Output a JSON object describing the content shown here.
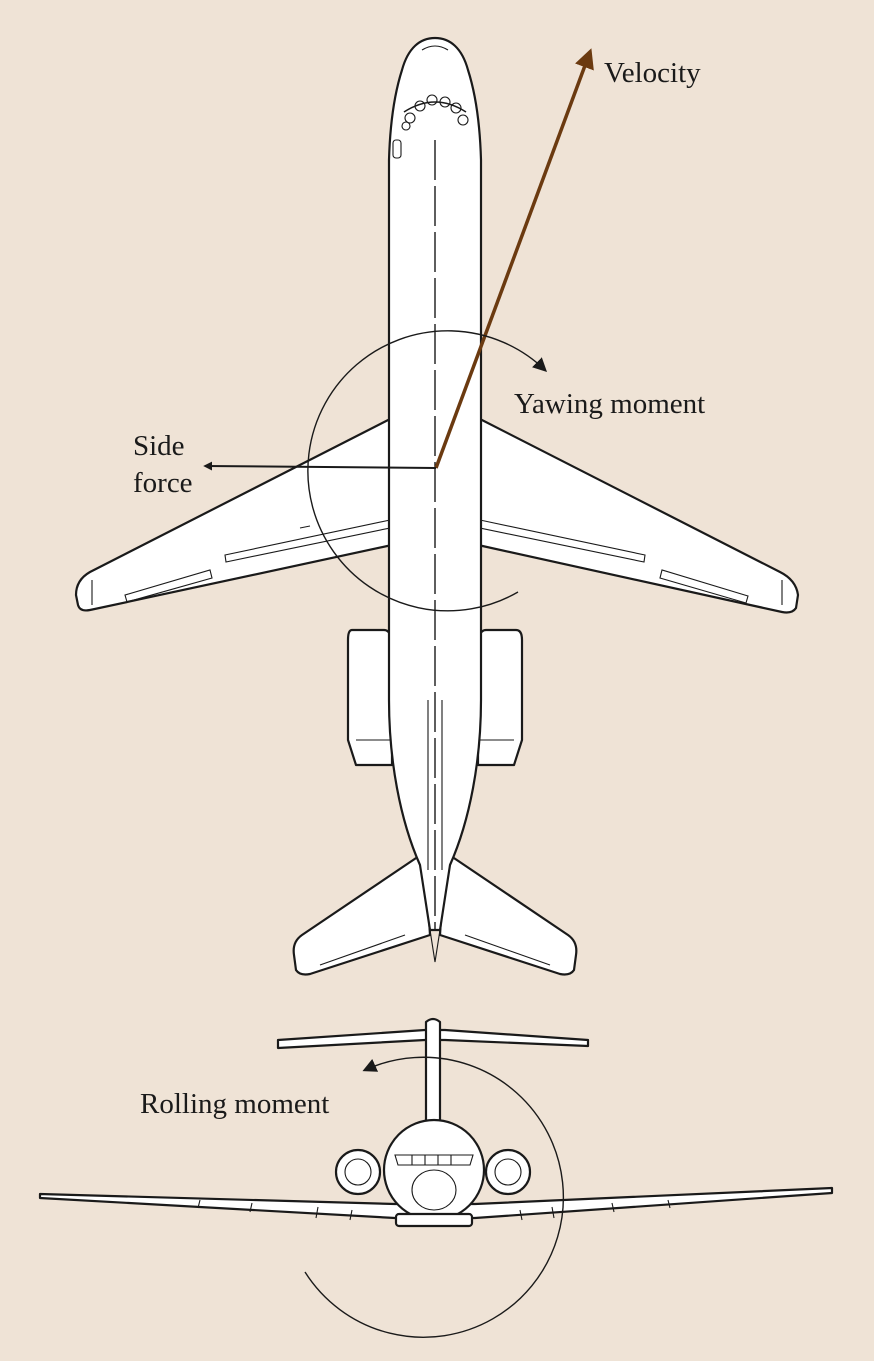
{
  "labels": {
    "velocity": "Velocity",
    "yawing_moment": "Yawing moment",
    "side_force_line1": "Side",
    "side_force_line2": "force",
    "rolling_moment": "Rolling moment"
  },
  "colors": {
    "background": "#efe3d6",
    "velocity_arrow": "#6b3a10",
    "line": "#1a1a1a",
    "aircraft_fill": "#ffffff"
  }
}
